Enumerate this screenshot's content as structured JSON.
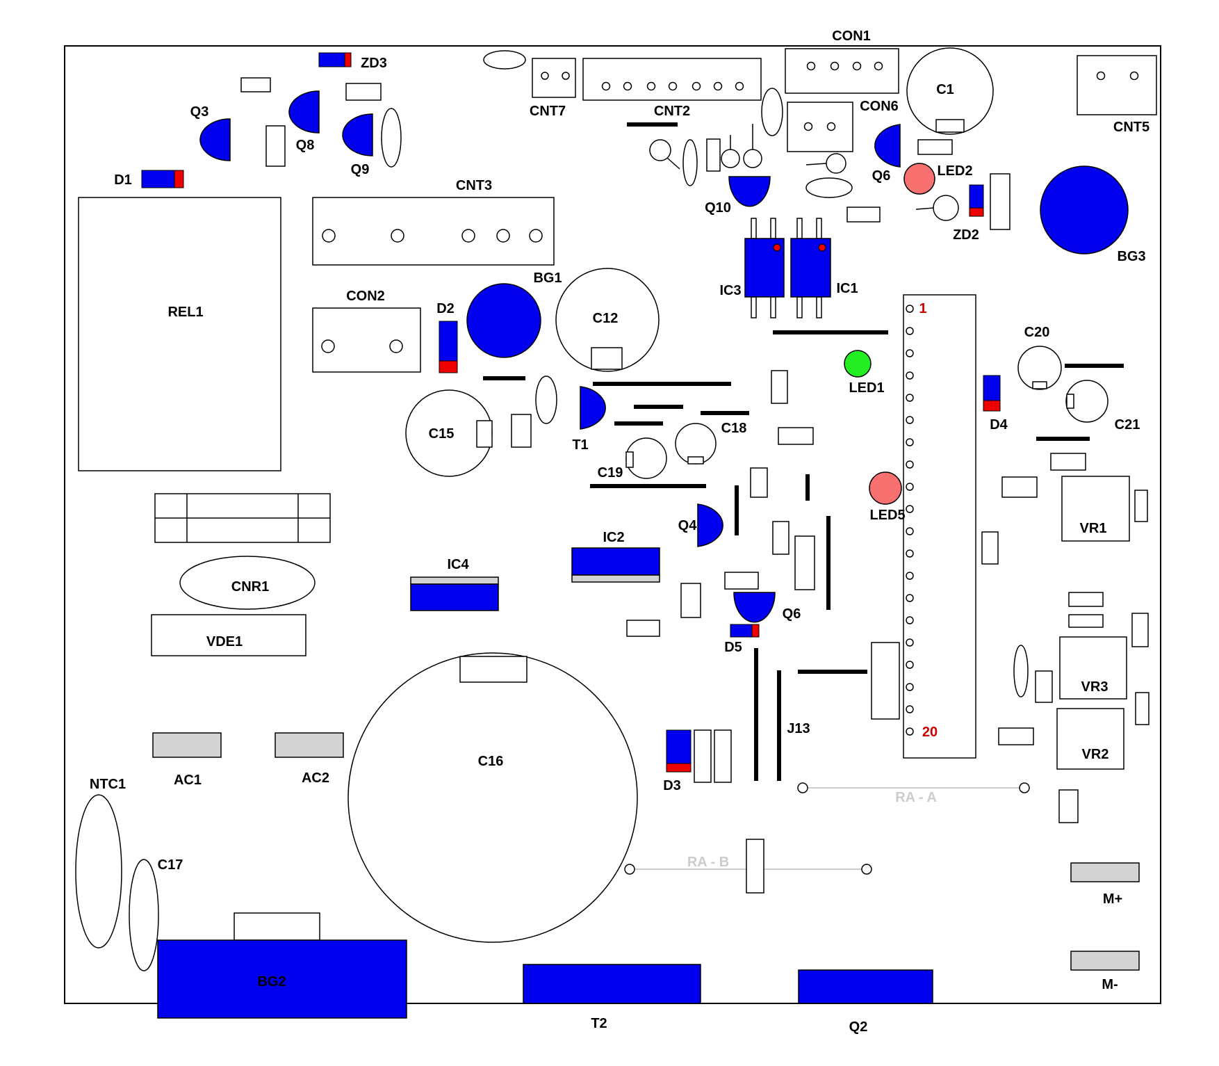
{
  "colors": {
    "outline": "#000000",
    "part_blue": "#0000ee",
    "part_red": "#ee0000",
    "led_red": "#f87070",
    "led_green": "#22ee22",
    "pad_gray": "#d3d3d3",
    "faint": "#cccccc",
    "pin_red": "#cc0000"
  },
  "labels": {
    "con1": "CON1",
    "zd3": "ZD3",
    "cnt7": "CNT7",
    "cnt2": "CNT2",
    "con6": "CON6",
    "c1": "C1",
    "cnt5": "CNT5",
    "q3": "Q3",
    "q8": "Q8",
    "q9": "Q9",
    "d1": "D1",
    "cnt3": "CNT3",
    "q10": "Q10",
    "q6_top": "Q6",
    "led2": "LED2",
    "zd2": "ZD2",
    "bg3": "BG3",
    "rel1": "REL1",
    "con2": "CON2",
    "d2": "D2",
    "bg1": "BG1",
    "c12": "C12",
    "ic3": "IC3",
    "ic1": "IC1",
    "c20": "C20",
    "led1": "LED1",
    "d4": "D4",
    "c21": "C21",
    "c15": "C15",
    "t1": "T1",
    "c18": "C18",
    "c19": "C19",
    "led5": "LED5",
    "vr1": "VR1",
    "q4": "Q4",
    "ic2": "IC2",
    "ic4": "IC4",
    "cnr1": "CNR1",
    "q6_mid": "Q6",
    "d5": "D5",
    "vde1": "VDE1",
    "vr3": "VR3",
    "c16": "C16",
    "j13": "J13",
    "vr2": "VR2",
    "ntc1": "NTC1",
    "ac1": "AC1",
    "ac2": "AC2",
    "d3": "D3",
    "ra_a": "RA - A",
    "c17": "C17",
    "ra_b": "RA - B",
    "m_plus": "M+",
    "bg2": "BG2",
    "m_minus": "M-",
    "t2": "T2",
    "q2": "Q2",
    "pin_1": "1",
    "pin_20": "20"
  }
}
